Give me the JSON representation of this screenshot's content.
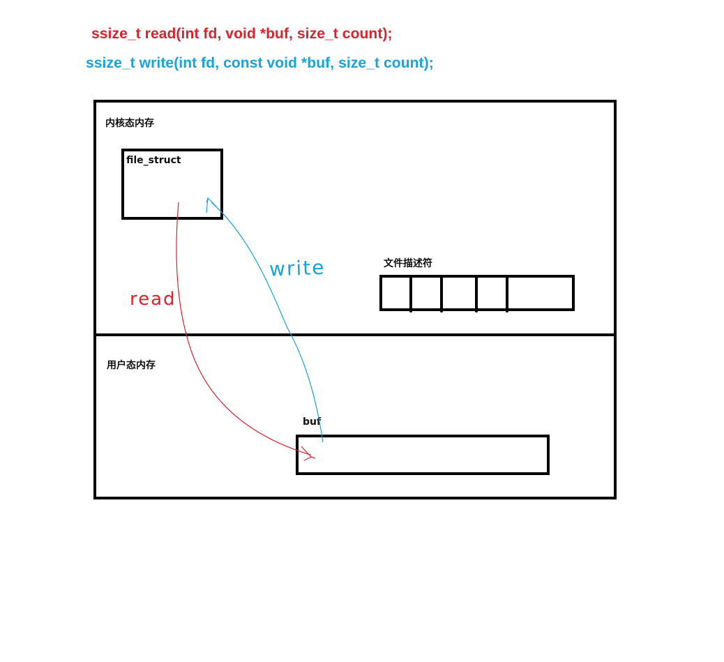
{
  "signatures": {
    "read": "ssize_t read(int fd, void *buf, size_t count);",
    "write": "ssize_t write(int fd, const void *buf, size_t count);"
  },
  "regions": {
    "kernel": "内核态内存",
    "user": "用户态内存"
  },
  "boxes": {
    "file_struct": "file_struct",
    "fd_table": "文件描述符",
    "buf": "buf"
  },
  "arrows": {
    "read": "read",
    "write": "write"
  },
  "colors": {
    "read": "#e0202c",
    "write": "#17a3dc",
    "border": "#000000"
  }
}
